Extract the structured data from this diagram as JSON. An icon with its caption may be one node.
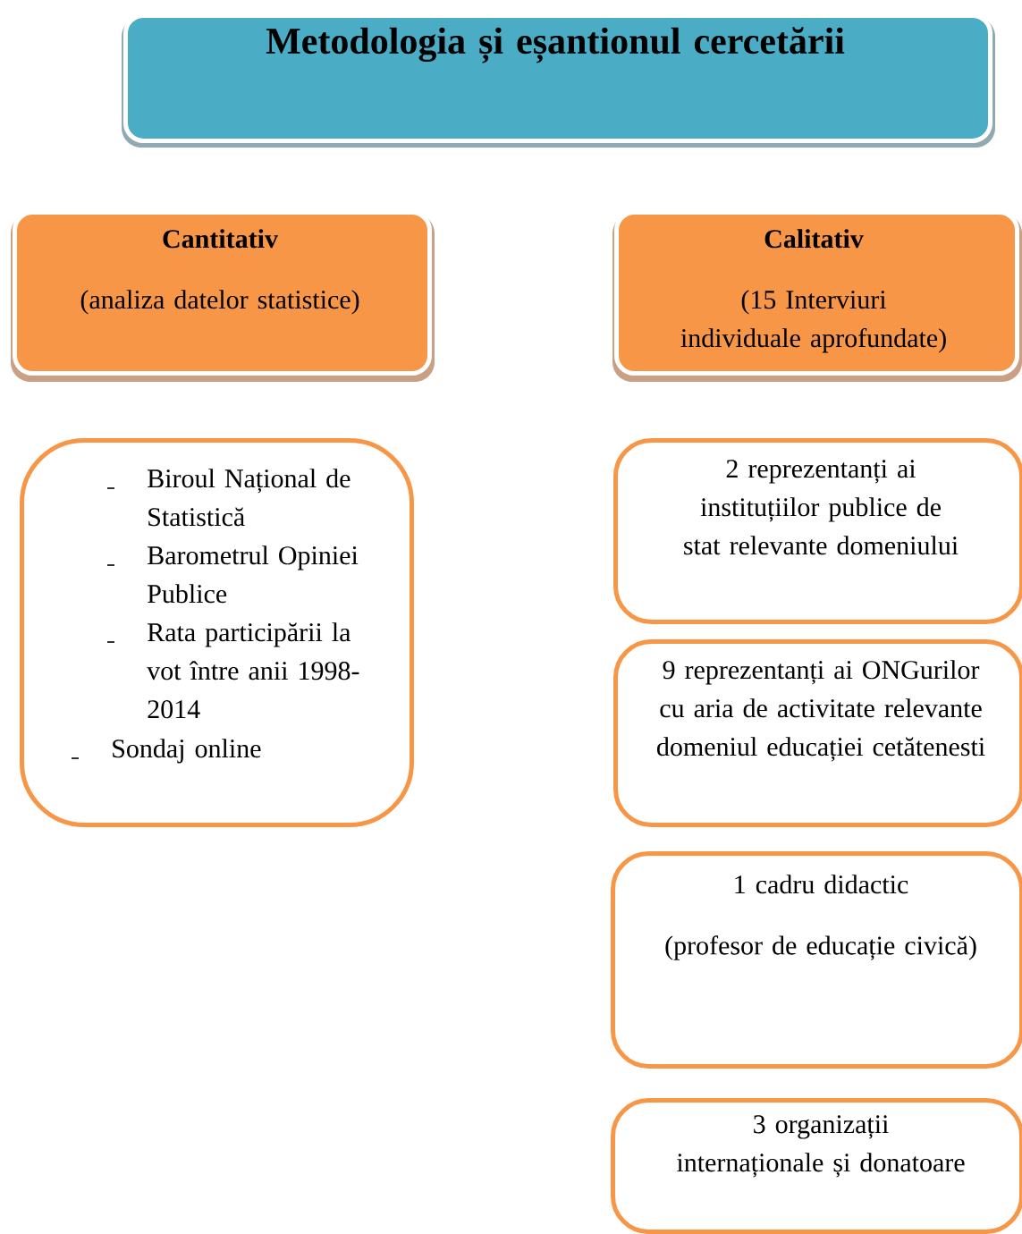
{
  "diagram": {
    "nodes": [
      {
        "text": [
          "Metodologia și eșantionul cercetării"
        ]
      },
      {
        "text": [
          "Cantitativ",
          "(analiza datelor statistice)"
        ]
      },
      {
        "text": [
          "Calitativ",
          "(15 Interviuri individuale aprofundate)"
        ]
      },
      {
        "text": [
          "Biroul Național de Statistică",
          "Barometrul Opiniei Publice",
          "Rata participării la vot între anii 1998-2014",
          "Sondaj online"
        ]
      },
      {
        "text": [
          "2 reprezentanți ai instituțiilor publice de stat relevante domeniului"
        ]
      },
      {
        "text": [
          "9 reprezentanți ai ONGurilor cu aria de activitate relevante domeniul educației cetătenesti"
        ]
      },
      {
        "text": [
          "1 cadru didactic",
          "(profesor de educație civică)"
        ]
      },
      {
        "text": [
          "3 organizații internaționale și donatoare"
        ]
      }
    ],
    "edges": []
  }
}
